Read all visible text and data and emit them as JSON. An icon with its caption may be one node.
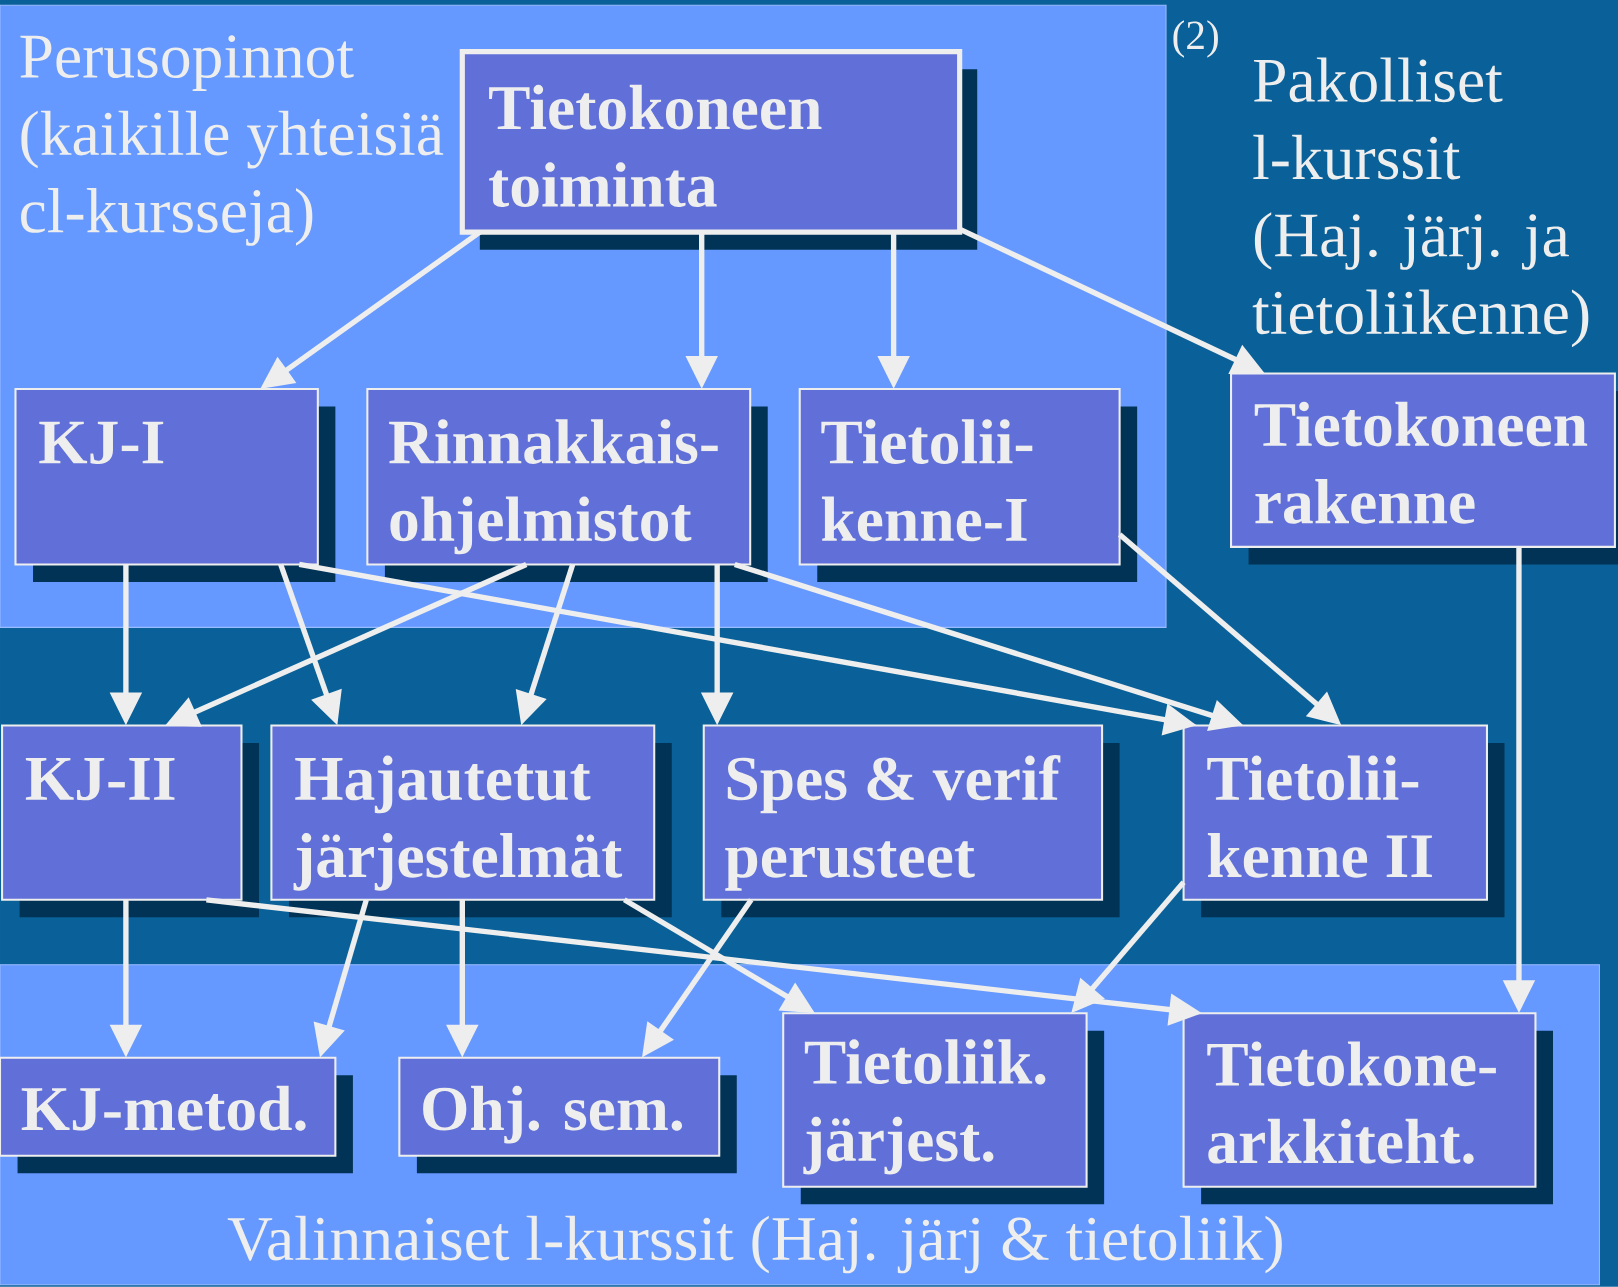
{
  "diagram": {
    "nodes": [
      {
        "text": [
          "Perusopinnot (kaikille yhteisiä cl-kursseja)"
        ]
      },
      {
        "text": [
          "Tietokoneen toiminta"
        ],
        "in": 0
      },
      {
        "text": [
          "Tietokoneen rakenne"
        ]
      },
      {
        "text": [
          "KJ-I"
        ],
        "in": 0
      },
      {
        "text": [
          "Rinnakkais-ohjelmistot"
        ],
        "in": 0
      },
      {
        "text": [
          "Tietolii-kenne-I"
        ],
        "in": 0
      },
      {
        "text": [
          "KJ-II"
        ]
      },
      {
        "text": [
          "Hajautetut järjestelmät"
        ]
      },
      {
        "text": [
          "Spes & verif perusteet"
        ]
      },
      {
        "text": [
          "Tietolii-kenne II"
        ]
      },
      {
        "text": [
          "Valinnaiset l-kurssit (Haj. järj & tietoliik)"
        ]
      },
      {
        "text": [
          "KJ-metod."
        ],
        "in": 10
      },
      {
        "text": [
          "Ohj. sem."
        ],
        "in": 10
      },
      {
        "text": [
          "Tietoliik. järjest."
        ],
        "in": 10
      },
      {
        "text": [
          "Tietokone-arkkiteht."
        ],
        "in": 10
      }
    ],
    "edges": [
      {
        "from": 1,
        "to": 3,
        "arrow": "to"
      },
      {
        "from": 1,
        "to": 4,
        "arrow": "to"
      },
      {
        "from": 1,
        "to": 5,
        "arrow": "to"
      },
      {
        "from": 1,
        "to": 2,
        "arrow": "to"
      },
      {
        "from": 3,
        "to": 6,
        "arrow": "to"
      },
      {
        "from": 3,
        "to": 7,
        "arrow": "to"
      },
      {
        "from": 3,
        "to": 9,
        "arrow": "to"
      },
      {
        "from": 4,
        "to": 6,
        "arrow": "to"
      },
      {
        "from": 4,
        "to": 7,
        "arrow": "to"
      },
      {
        "from": 4,
        "to": 8,
        "arrow": "to"
      },
      {
        "from": 4,
        "to": 9,
        "arrow": "to"
      },
      {
        "from": 5,
        "to": 9,
        "arrow": "to"
      },
      {
        "from": 2,
        "to": 14,
        "arrow": "to"
      },
      {
        "from": 6,
        "to": 11,
        "arrow": "to"
      },
      {
        "from": 6,
        "to": 14,
        "arrow": "to"
      },
      {
        "from": 7,
        "to": 11,
        "arrow": "to"
      },
      {
        "from": 7,
        "to": 12,
        "arrow": "to"
      },
      {
        "from": 7,
        "to": 13,
        "arrow": "to"
      },
      {
        "from": 8,
        "to": 12,
        "arrow": "to"
      },
      {
        "from": 9,
        "to": 13,
        "arrow": "to"
      }
    ],
    "labels": [
      "(2)",
      "Pakolliset l-kurssit (Haj. järj. ja tietoliikenne)"
    ]
  }
}
